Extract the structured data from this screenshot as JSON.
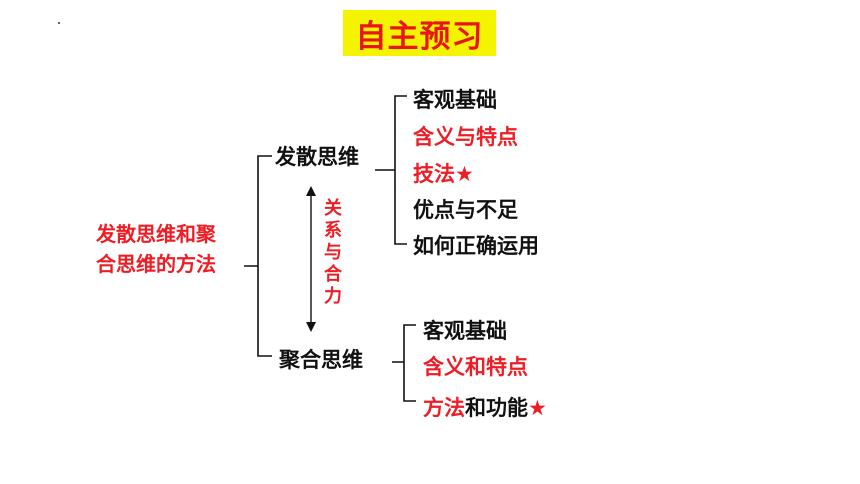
{
  "title": "自主预习",
  "root": {
    "line1": "发散思维和聚",
    "line2": "合思维的方法"
  },
  "divergent": {
    "label": "发散思维",
    "items": [
      {
        "text": "客观基础",
        "star": "",
        "color": "black"
      },
      {
        "text": "含义与特点",
        "star": "",
        "color": "red"
      },
      {
        "text": "技法",
        "star": "★",
        "color": "red"
      },
      {
        "text": "优点与不足",
        "star": "",
        "color": "black"
      },
      {
        "text": "如何正确运用",
        "star": "",
        "color": "black"
      }
    ]
  },
  "relation": {
    "chars": [
      "关",
      "系",
      "与",
      "合",
      "力"
    ]
  },
  "convergent": {
    "label": "聚合思维",
    "items": [
      {
        "text": "客观基础",
        "color": "black"
      },
      {
        "text": "含义和特点",
        "color": "red"
      },
      {
        "red_part": "方法",
        "black_part": "和功能",
        "star": "★"
      }
    ]
  },
  "colors": {
    "title_bg": "#f5f400",
    "title_text": "#e8151b",
    "accent_red": "#ee1c25",
    "text_black": "#111111"
  }
}
